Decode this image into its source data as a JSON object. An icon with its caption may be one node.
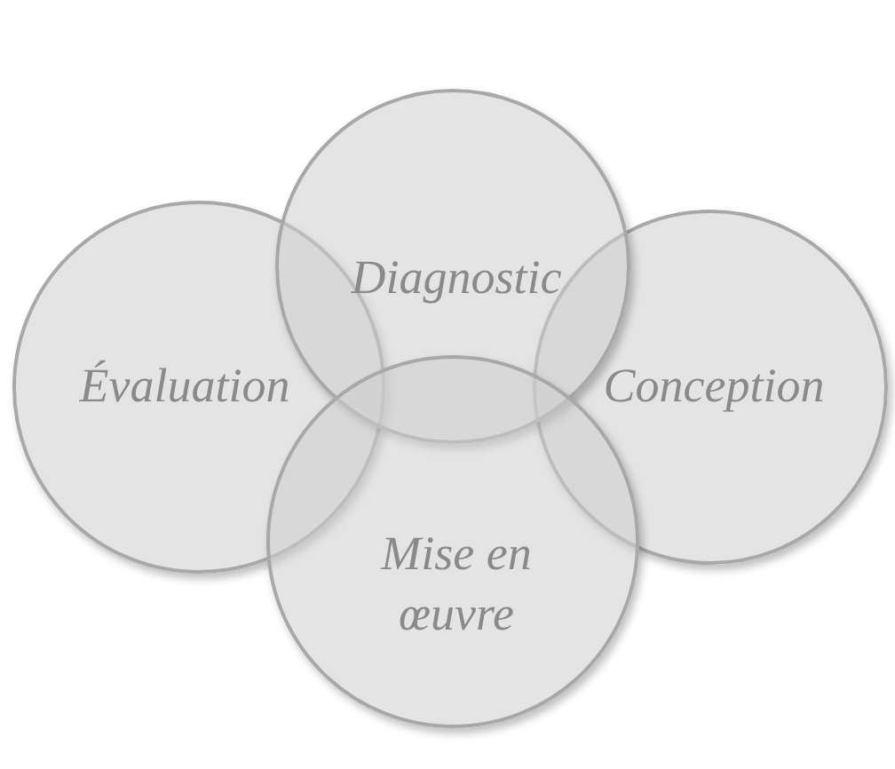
{
  "diagram": {
    "nodes": [
      {
        "text": [
          "Diagnostic"
        ]
      },
      {
        "text": [
          "Évaluation"
        ]
      },
      {
        "text": [
          "Conception"
        ]
      },
      {
        "text": [
          "Mise en œuvre"
        ]
      }
    ]
  }
}
